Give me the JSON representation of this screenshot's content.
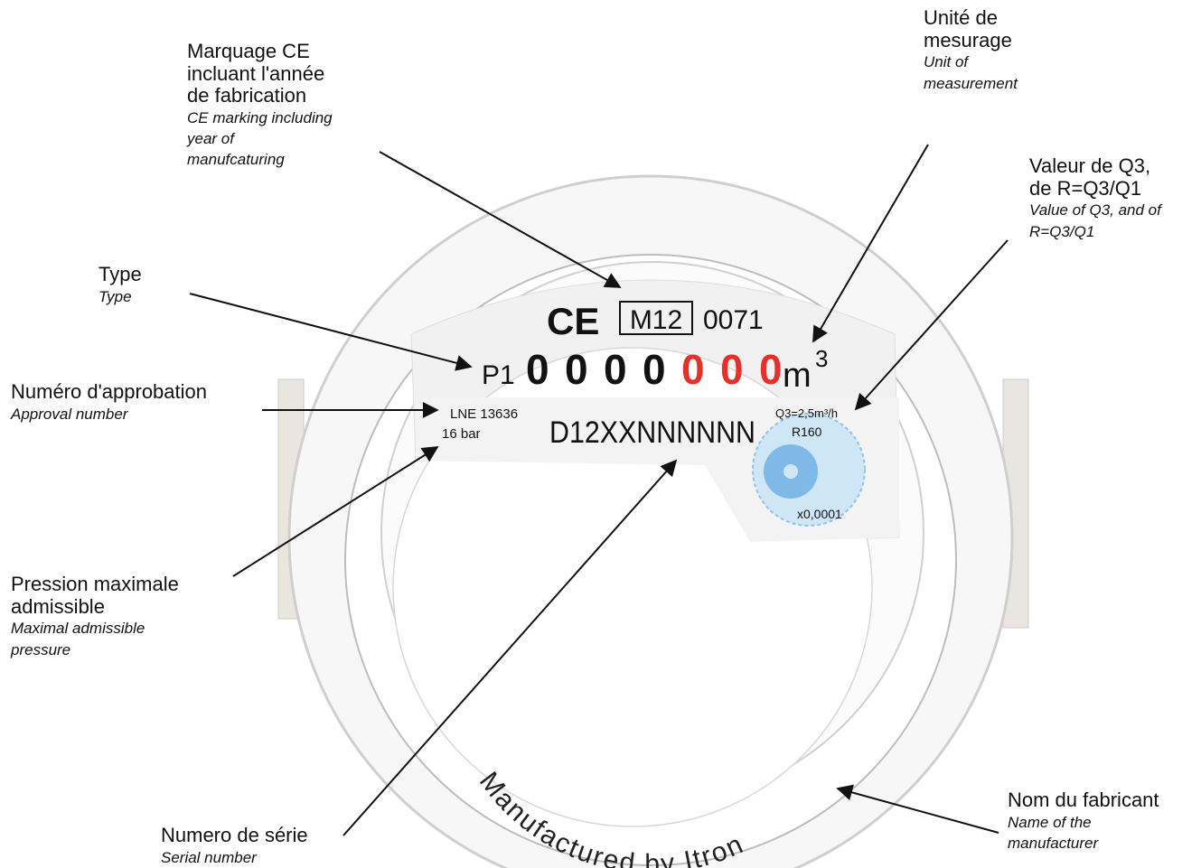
{
  "labels": {
    "ce_marking": {
      "fr": [
        "Marquage CE",
        "incluant l'année",
        "de fabrication"
      ],
      "en": [
        "CE marking including",
        "year of",
        "manufcaturing"
      ]
    },
    "unit": {
      "fr": [
        "Unité de",
        "mesurage"
      ],
      "en": [
        "Unit of",
        "measurement"
      ]
    },
    "q3": {
      "fr": [
        "Valeur de Q3,",
        "de R=Q3/Q1"
      ],
      "en": [
        "Value of Q3, and of",
        "R=Q3/Q1"
      ]
    },
    "type": {
      "fr": [
        "Type"
      ],
      "en": [
        "Type"
      ]
    },
    "approval": {
      "fr": [
        "Numéro d'approbation"
      ],
      "en": [
        "Approval number"
      ]
    },
    "pressure": {
      "fr": [
        "Pression maximale",
        "admissible"
      ],
      "en": [
        "Maximal admissible",
        "pressure"
      ]
    },
    "serial": {
      "fr": [
        "Numero de série"
      ],
      "en": [
        "Serial number"
      ]
    },
    "manufacturer": {
      "fr": [
        "Nom du fabricant"
      ],
      "en": [
        "Name of the",
        "manufacturer"
      ]
    }
  },
  "meter": {
    "ce_mark": "CE",
    "metrology_mark": "M12",
    "notified_body": "0071",
    "type_code": "P1",
    "digits_black": [
      "0",
      "0",
      "0",
      "0"
    ],
    "digits_red": [
      "0",
      "0",
      "0"
    ],
    "unit": "m",
    "unit_exponent": "3",
    "approval": "LNE 13636",
    "pressure": "16 bar",
    "serial": "D12XXNNNNNN",
    "q3": "Q3=2,5m³/h",
    "ratio": "R160",
    "multiplier": "x0,0001",
    "manufacturer_ring": "Manufactured by Itron"
  },
  "colors": {
    "ink": "#111111",
    "red_digits": "#e8302a",
    "blue_dial": "#8cc4ee",
    "ring": "#d9d9d9"
  }
}
